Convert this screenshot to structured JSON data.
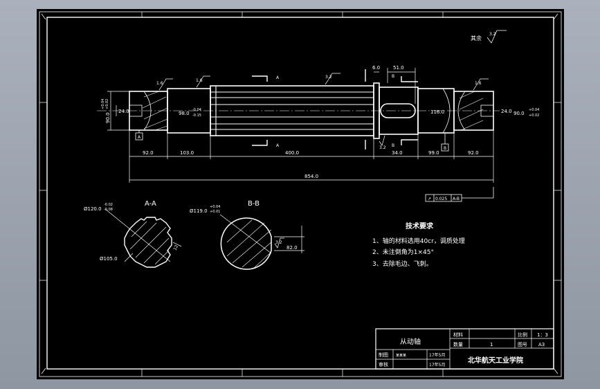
{
  "surface_roughness_top": {
    "label": "其余",
    "value": "3.2"
  },
  "roughness_marks": [
    "1.6",
    "1.6",
    "3.2",
    "1.6",
    "3.2"
  ],
  "section_marks": {
    "a": "A",
    "b": "B"
  },
  "top_dims": {
    "key_width": "6.0",
    "key_length": "51.0"
  },
  "diameters": {
    "d1": "24.0",
    "d1_tol_up": "+0.04",
    "d1_tol_low": "+0.02",
    "d1_main": "90.0",
    "d2_main": "98.0",
    "d2_tol_up": "-0.04",
    "d2_tol_low": "-0.15",
    "d3": "116.0",
    "d4": "24.0",
    "d4_main": "90.0",
    "d4_tol_up": "+0.04",
    "d4_tol_low": "+0.02"
  },
  "datum_labels": {
    "left": "A",
    "right": "B"
  },
  "lengths": [
    "92.0",
    "103.0",
    "400.0",
    "34.0",
    "99.0",
    "92.0"
  ],
  "total_length": "854.0",
  "runout_frame": {
    "symbol": "↗",
    "value": "0.025",
    "datum": "A-B"
  },
  "section_aa": {
    "title": "A-A",
    "outer": "Ø120.0",
    "outer_tol_up": "-0.02",
    "outer_tol_low": "-0.08",
    "inner": "Ø105.0",
    "key": "12"
  },
  "section_bb": {
    "title": "B-B",
    "dia": "Ø119.0",
    "dia_tol_up": "+0.04",
    "dia_tol_low": "+0.01",
    "rough": "3.2",
    "depth": "82.0"
  },
  "tech_req": {
    "title": "技术要求",
    "items": [
      "1、轴的材料选用40cr，调质处理",
      "2、未注倒角为1×45°",
      "3、去除毛边、飞刺。"
    ]
  },
  "title_block": {
    "part_name": "从动轴",
    "material_label": "材料",
    "quantity_label": "数量",
    "quantity_value": "1",
    "scale_label": "比例",
    "scale_value": "1：3",
    "drawing_no_label": "图号",
    "drawing_no_value": "A3",
    "drawn_label": "制图",
    "drawn_name": "某某某",
    "drawn_date": "17年5月",
    "checked_label": "审核",
    "checked_date": "17年5月",
    "school": "北华航天工业学院"
  }
}
